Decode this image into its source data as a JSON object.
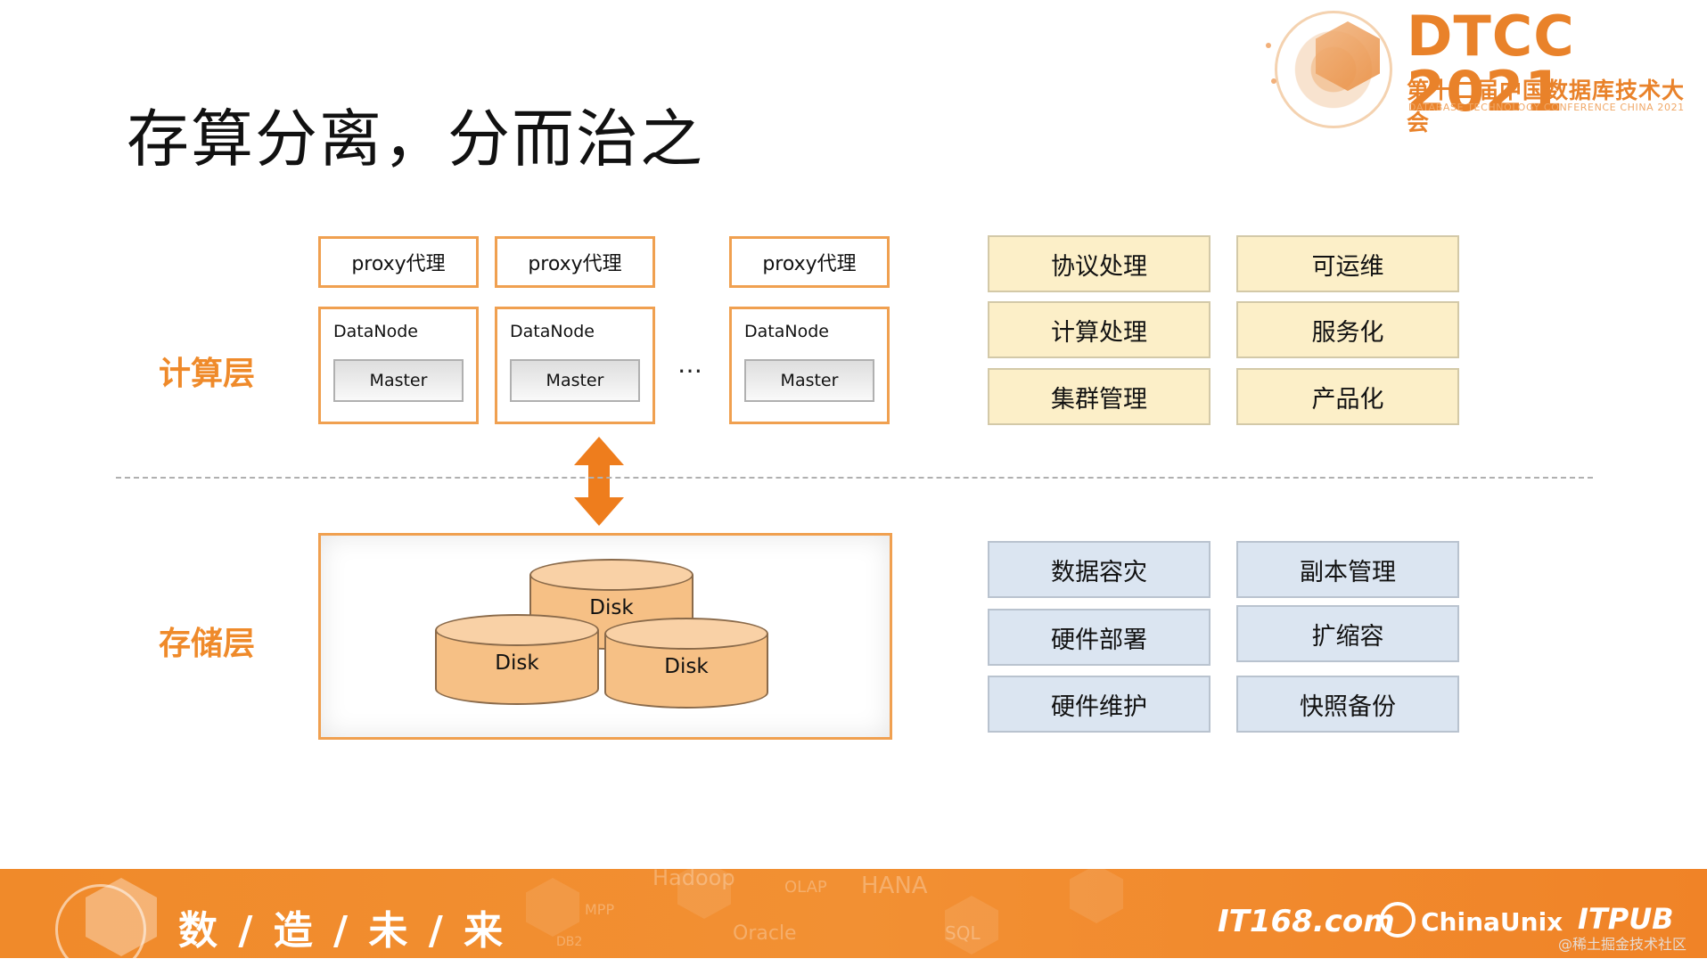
{
  "brand": {
    "title": "DTCC 2021",
    "subtitle": "第十二届中国数据库技术大会",
    "english": "DATABASE TECHNOLOGY CONFERENCE CHINA 2021"
  },
  "slide": {
    "title": "存算分离，分而治之"
  },
  "layers": {
    "compute_label": "计算层",
    "storage_label": "存储层"
  },
  "nodes": [
    {
      "proxy": "proxy代理",
      "datanode": "DataNode",
      "master": "Master"
    },
    {
      "proxy": "proxy代理",
      "datanode": "DataNode",
      "master": "Master"
    },
    {
      "proxy": "proxy代理",
      "datanode": "DataNode",
      "master": "Master"
    }
  ],
  "ellipsis": "…",
  "disks": [
    "Disk",
    "Disk",
    "Disk"
  ],
  "compute_features": [
    "协议处理",
    "可运维",
    "计算处理",
    "服务化",
    "集群管理",
    "产品化"
  ],
  "storage_features": [
    "数据容灾",
    "副本管理",
    "硬件部署",
    "扩缩容",
    "硬件维护",
    "快照备份"
  ],
  "footer": {
    "slogan": "数 / 造 / 未 / 来",
    "background_words": [
      "Hadoop",
      "OLAP",
      "HANA",
      "MPP",
      "Oracle",
      "SQL",
      "DB2"
    ],
    "partners": [
      "IT168.com",
      "ChinaUnix",
      "ITPUB"
    ],
    "watermark": "@稀土掘金技术社区"
  },
  "colors": {
    "accent": "#ef8a2a",
    "compute_feature_bg": "#fcefc8",
    "storage_feature_bg": "#dbe5f1",
    "disk": "#f6c085"
  }
}
